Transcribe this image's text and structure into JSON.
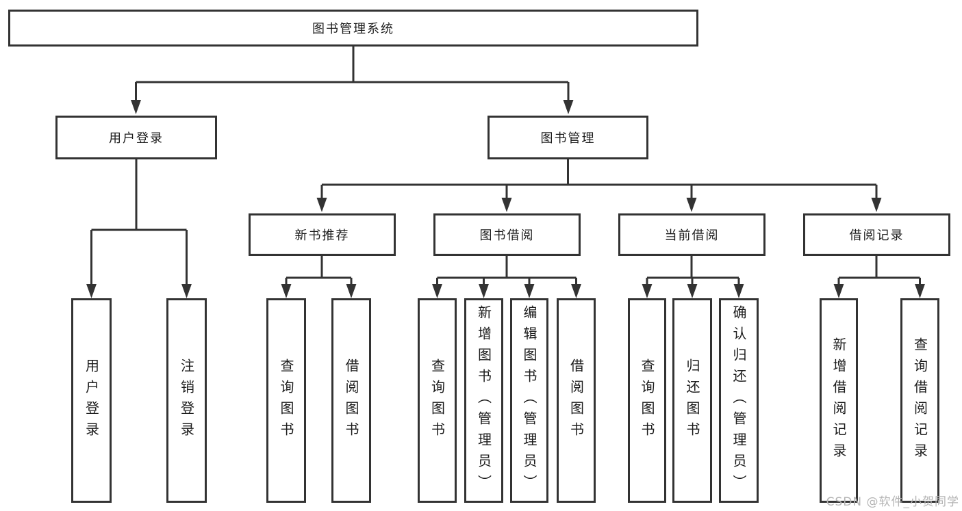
{
  "diagram": {
    "title": "图书管理系统",
    "type": "hierarchy-tree",
    "colors": {
      "line": "#333333",
      "box_border": "#333333",
      "box_fill": "#ffffff",
      "text": "#1c1c1c",
      "watermark_text": "#b4b4b4"
    },
    "nodes": {
      "root": {
        "label": "图书管理系统",
        "parent": null
      },
      "user_login": {
        "label": "用户登录",
        "parent": "root"
      },
      "book_mgmt": {
        "label": "图书管理",
        "parent": "root"
      },
      "new_book_rec": {
        "label": "新书推荐",
        "parent": "book_mgmt"
      },
      "book_borrow": {
        "label": "图书借阅",
        "parent": "book_mgmt"
      },
      "current_borrow": {
        "label": "当前借阅",
        "parent": "book_mgmt"
      },
      "borrow_records": {
        "label": "借阅记录",
        "parent": "book_mgmt"
      },
      "leaf_user_login": {
        "label": "用户登录",
        "parent": "user_login"
      },
      "leaf_logout": {
        "label": "注销登录",
        "parent": "user_login"
      },
      "leaf_rec_query": {
        "label": "查询图书",
        "parent": "new_book_rec"
      },
      "leaf_rec_borrow": {
        "label": "借阅图书",
        "parent": "new_book_rec"
      },
      "leaf_bb_query": {
        "label": "查询图书",
        "parent": "book_borrow"
      },
      "leaf_bb_add": {
        "label": "新增图书（管理员）",
        "parent": "book_borrow"
      },
      "leaf_bb_edit": {
        "label": "编辑图书（管理员）",
        "parent": "book_borrow"
      },
      "leaf_bb_borrow": {
        "label": "借阅图书",
        "parent": "book_borrow"
      },
      "leaf_cb_query": {
        "label": "查询图书",
        "parent": "current_borrow"
      },
      "leaf_cb_return": {
        "label": "归还图书",
        "parent": "current_borrow"
      },
      "leaf_cb_confirm": {
        "label": "确认归还（管理员）",
        "parent": "current_borrow"
      },
      "leaf_br_add": {
        "label": "新增借阅记录",
        "parent": "borrow_records"
      },
      "leaf_br_query": {
        "label": "查询借阅记录",
        "parent": "borrow_records"
      }
    },
    "watermark": "CSDN @软件_小贺同学"
  }
}
